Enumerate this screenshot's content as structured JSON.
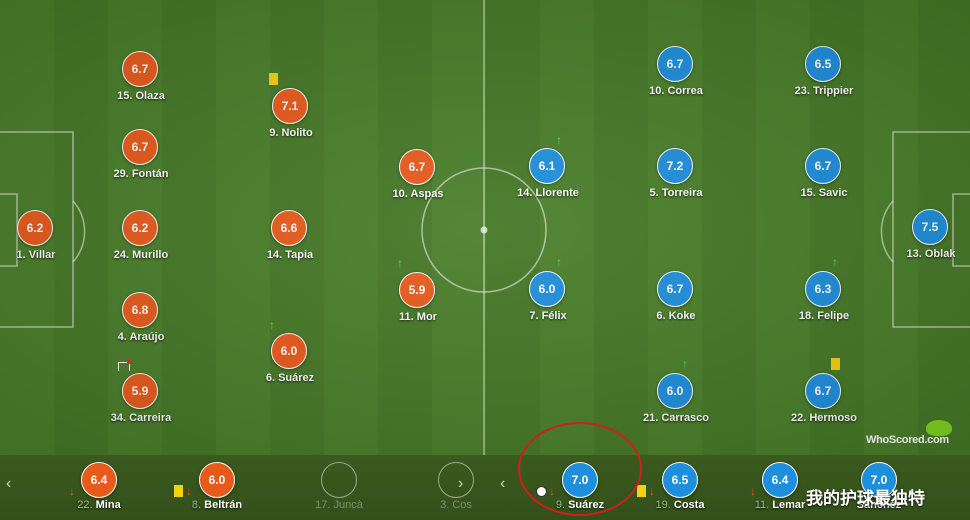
{
  "home_team": {
    "color": "#e85a1c",
    "players": [
      {
        "rating": "6.7",
        "label": "15. Olaza"
      },
      {
        "rating": "6.7",
        "label": "29. Fontán"
      },
      {
        "rating": "6.2",
        "label": "24. Murillo"
      },
      {
        "rating": "6.8",
        "label": "4. Araújo"
      },
      {
        "rating": "5.9",
        "label": "34. Carreira"
      },
      {
        "rating": "6.2",
        "label": "1. Villar"
      },
      {
        "rating": "7.1",
        "label": "9. Nolito"
      },
      {
        "rating": "6.6",
        "label": "14. Tapia"
      },
      {
        "rating": "6.0",
        "label": "6. Suárez"
      },
      {
        "rating": "6.7",
        "label": "10. Aspas"
      },
      {
        "rating": "5.9",
        "label": "11. Mor"
      }
    ]
  },
  "away_team": {
    "color": "#1e8fdc",
    "players": [
      {
        "rating": "6.1",
        "label": "14. Llorente"
      },
      {
        "rating": "6.0",
        "label": "7. Félix"
      },
      {
        "rating": "6.7",
        "label": "10. Correa"
      },
      {
        "rating": "7.2",
        "label": "5. Torreira"
      },
      {
        "rating": "6.7",
        "label": "6. Koke"
      },
      {
        "rating": "6.0",
        "label": "21. Carrasco"
      },
      {
        "rating": "6.5",
        "label": "23. Trippier"
      },
      {
        "rating": "6.7",
        "label": "15. Savic"
      },
      {
        "rating": "6.3",
        "label": "18. Felipe"
      },
      {
        "rating": "6.7",
        "label": "22. Hermoso"
      },
      {
        "rating": "7.5",
        "label": "13. Oblak"
      }
    ]
  },
  "bench": [
    {
      "rating": "6.4",
      "num": "22.",
      "name": "Mina"
    },
    {
      "rating": "6.0",
      "num": "8.",
      "name": "Beltrán"
    },
    {
      "rating": "",
      "num": "17.",
      "name": "Juncà"
    },
    {
      "rating": "",
      "num": "3.",
      "name": "Cos"
    },
    {
      "rating": "7.0",
      "num": "9.",
      "name": "Suárez"
    },
    {
      "rating": "6.5",
      "num": "19.",
      "name": "Costa"
    },
    {
      "rating": "6.4",
      "num": "11.",
      "name": "Lemar"
    },
    {
      "rating": "7.0",
      "num": "",
      "name": "Sánchez"
    }
  ],
  "nav": {
    "prev": "‹",
    "next": "›"
  },
  "icons": {
    "sub_in": "arrow-up-icon",
    "sub_out": "arrow-down-icon",
    "yellow_card": "yellow-card-icon",
    "goal": "soccer-ball-icon",
    "own_goal_flag": "goal-frame-icon"
  },
  "colors": {
    "sub_in": "#4ce04c",
    "sub_out": "#ff4b1f",
    "yellow_card": "#f5d010",
    "highlight": "#d41d1d"
  },
  "logo": {
    "text": "WhoScored.com"
  },
  "watermark": {
    "text": "我的护球最独特"
  }
}
